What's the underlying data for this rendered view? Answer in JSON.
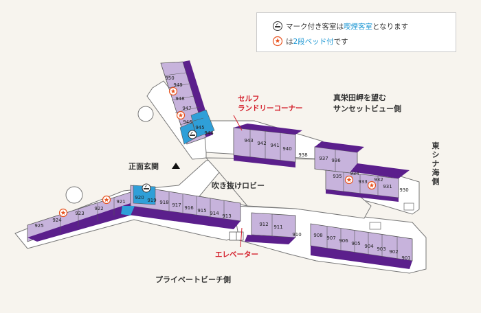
{
  "legend": {
    "row1_prefix": "マーク付き客室は",
    "row1_highlight": "喫煙客室",
    "row1_suffix": "となります",
    "row2_prefix": "は",
    "row2_highlight": "2段ベッド付",
    "row2_suffix": "です"
  },
  "labels": {
    "self_laundry_line1": "セルフ",
    "self_laundry_line2": "ランドリーコーナー",
    "sunset_line1": "真栄田岬を望む",
    "sunset_line2": "サンセットビュー側",
    "east_china_sea": "東シナ海側",
    "main_entrance": "正面玄関",
    "atrium_lobby": "吹き抜けロビー",
    "elevator": "エレベーター",
    "private_beach": "プライベートビーチ側"
  },
  "rooms": {
    "r950": "950",
    "r949": "949",
    "r948": "948",
    "r947": "947",
    "r946": "946",
    "r945": "945",
    "r944": "944",
    "r943": "943",
    "r942": "942",
    "r941": "941",
    "r940": "940",
    "r938": "938",
    "r937": "937",
    "r936": "936",
    "r935": "935",
    "r934": "934",
    "r933": "933",
    "r932": "932",
    "r931": "931",
    "r930": "930",
    "r925": "925",
    "r924": "924",
    "r923": "923",
    "r922": "922",
    "r921": "921",
    "r920": "920",
    "r919": "919",
    "r918": "918",
    "r917": "917",
    "r916": "916",
    "r915": "915",
    "r914": "914",
    "r913": "913",
    "r912": "912",
    "r911": "911",
    "r910": "910",
    "r908": "908",
    "r907": "907",
    "r906": "906",
    "r905": "905",
    "r904": "904",
    "r903": "903",
    "r902": "902",
    "r901": "901"
  },
  "colors": {
    "room_fill": "#c7b3dc",
    "room_dark": "#5b1f8c",
    "smoking_room": "#2f9fd8",
    "corridor": "#ffffff",
    "outline": "#555555",
    "accent_red": "#d4202c",
    "star": "#e8531f"
  },
  "icons": [
    "smoking-mark-icon",
    "bunk-bed-star-icon",
    "entrance-arrow-icon",
    "elevator-icon"
  ]
}
